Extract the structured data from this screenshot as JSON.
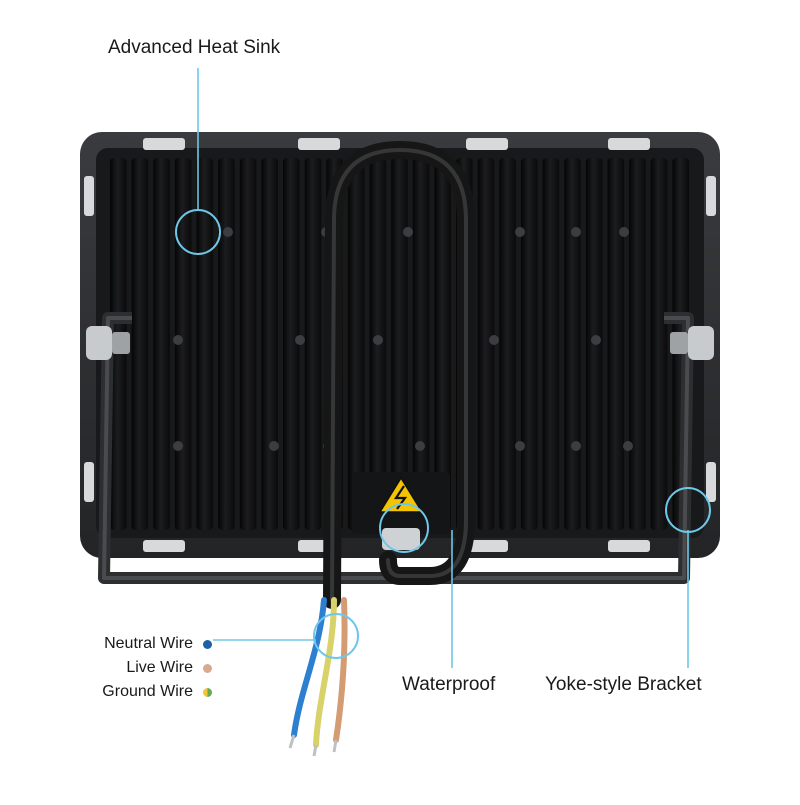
{
  "callouts": {
    "heat_sink": "Advanced Heat Sink",
    "waterproof": "Waterproof",
    "yoke_bracket": "Yoke-style Bracket"
  },
  "wire_legend": [
    {
      "label": "Neutral Wire",
      "color": "#1f5fa8"
    },
    {
      "label": "Live Wire",
      "color": "#d9a98f"
    },
    {
      "label": "Ground Wire",
      "color": "#7fb24a"
    }
  ],
  "colors": {
    "accent": "#6ec7e8",
    "housing": "#2a2b2d",
    "fins": "#111213",
    "cable": "#161616",
    "warning": "#f5c400"
  },
  "icons": {
    "warning": "high-voltage-warning-icon"
  }
}
